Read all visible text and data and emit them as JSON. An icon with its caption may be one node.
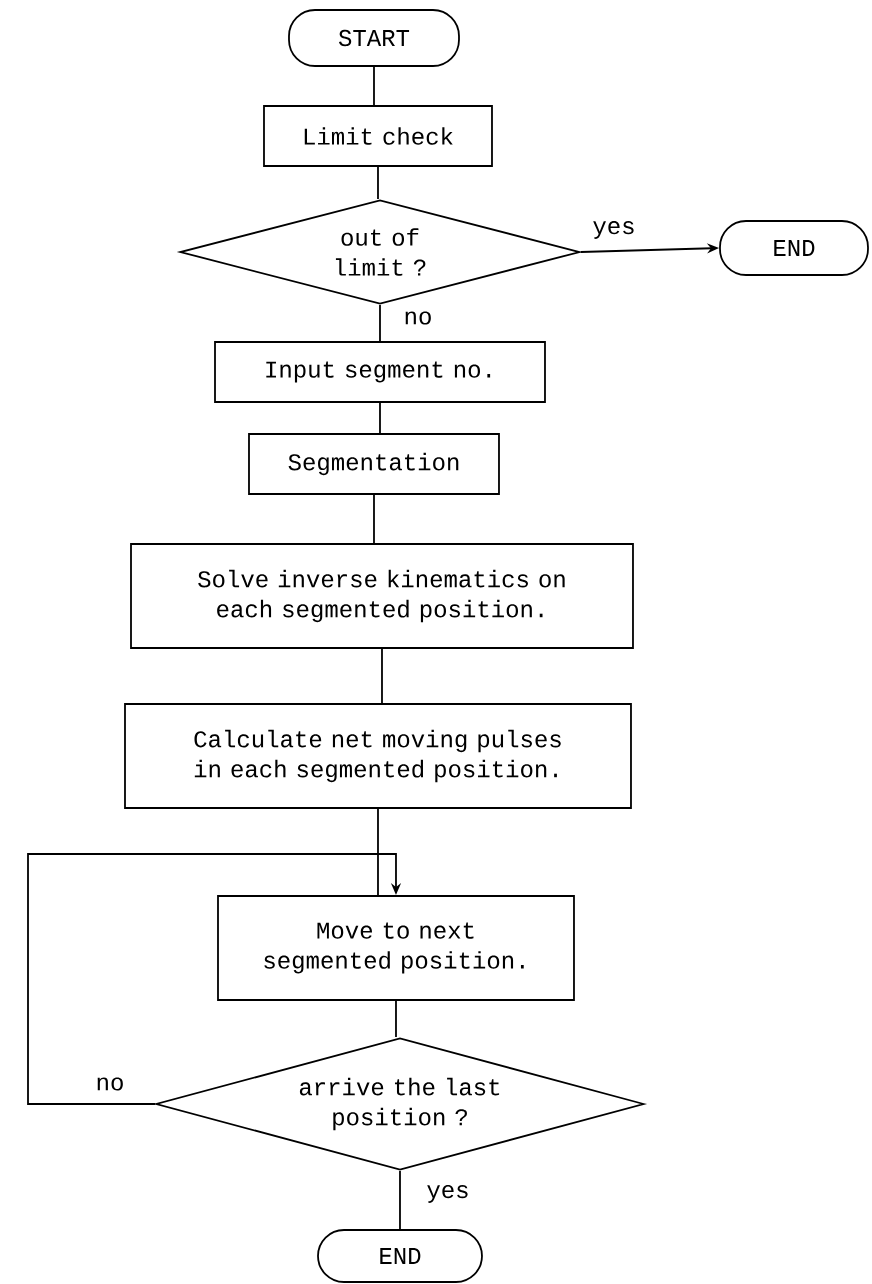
{
  "diagram": {
    "nodes": [
      {
        "text": [
          "START"
        ]
      },
      {
        "text": [
          "Limit check"
        ]
      },
      {
        "text": [
          "out of limit ?"
        ]
      },
      {
        "text": [
          "END"
        ]
      },
      {
        "text": [
          "Input segment no."
        ]
      },
      {
        "text": [
          "Segmentation"
        ]
      },
      {
        "text": [
          "Solve inverse kinematics on each segmented position."
        ]
      },
      {
        "text": [
          "Calculate net moving pulses in each segmented position."
        ]
      },
      {
        "text": [
          "Move to next segmented position."
        ]
      },
      {
        "text": [
          "arrive the last position ?"
        ]
      },
      {
        "text": [
          "END"
        ]
      }
    ],
    "edges": [
      {
        "from": 0,
        "to": 1,
        "arrow": "none"
      },
      {
        "from": 1,
        "to": 2,
        "arrow": "none"
      },
      {
        "from": 2,
        "to": 3,
        "arrow": "to",
        "label": "yes"
      },
      {
        "from": 2,
        "to": 4,
        "arrow": "none",
        "label": "no"
      },
      {
        "from": 4,
        "to": 5,
        "arrow": "none"
      },
      {
        "from": 5,
        "to": 6,
        "arrow": "none"
      },
      {
        "from": 6,
        "to": 7,
        "arrow": "none"
      },
      {
        "from": 7,
        "to": 8,
        "arrow": "none"
      },
      {
        "from": 8,
        "to": 9,
        "arrow": "none"
      },
      {
        "from": 9,
        "to": 8,
        "arrow": "to",
        "label": "no"
      },
      {
        "from": 9,
        "to": 10,
        "arrow": "none",
        "label": "yes"
      }
    ]
  }
}
